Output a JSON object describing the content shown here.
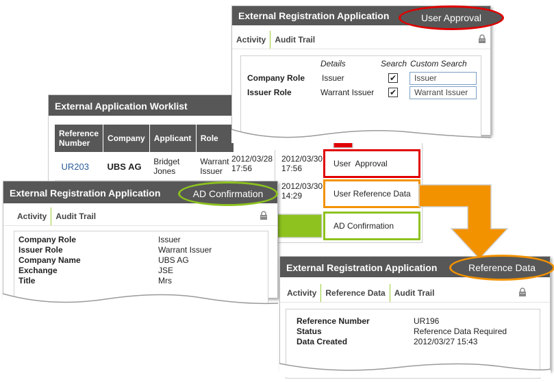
{
  "worklist": {
    "title": "External Application Worklist",
    "columns": [
      "Reference Number",
      "Company",
      "Applicant",
      "Role"
    ],
    "row": {
      "reference": "UR203",
      "company": "UBS AG",
      "applicant": "Bridget Jones",
      "role": "Warrant Issuer"
    },
    "date_col_a": [
      "2012/03/28 17:56"
    ],
    "date_col_b": [
      "2012/03/30 17:56",
      "2012/03/30 14:29",
      "2012/03/30"
    ]
  },
  "menu": {
    "user_approval": "User  Approval",
    "user_reference_data": "User Reference Data",
    "ad_confirmation": "AD Confirmation"
  },
  "approval": {
    "title": "External Registration Application",
    "badge": "User Approval",
    "tabs": [
      "Activity",
      "Audit Trail"
    ],
    "col_details": "Details",
    "col_search": "Search",
    "col_custom": "Custom Search",
    "rows": [
      {
        "label": "Company Role",
        "details": "Issuer",
        "search": "✔",
        "custom": "Issuer"
      },
      {
        "label": "Issuer Role",
        "details": "Warrant Issuer",
        "search": "✔",
        "custom": "Warrant Issuer"
      }
    ]
  },
  "adconf": {
    "title": "External Registration Application",
    "badge": "AD Confirmation",
    "tabs": [
      "Activity",
      "Audit Trail"
    ],
    "fields": [
      {
        "label": "Company Role",
        "value": "Issuer"
      },
      {
        "label": "Issuer Role",
        "value": "Warrant Issuer"
      },
      {
        "label": "Company Name",
        "value": "UBS AG"
      },
      {
        "label": "Exchange",
        "value": "JSE"
      },
      {
        "label": "Title",
        "value": "Mrs"
      }
    ]
  },
  "refdata": {
    "title": "External Registration Application",
    "badge": "Reference Data",
    "tabs": [
      "Activity",
      "Reference Data",
      "Audit Trail"
    ],
    "fields": [
      {
        "label": "Reference Number",
        "value": "UR196"
      },
      {
        "label": "Status",
        "value": "Reference Data Required"
      },
      {
        "label": "Data Created",
        "value": "2012/03/27 15:43"
      }
    ]
  },
  "colors": {
    "header": "#575757",
    "red": "#e00000",
    "orange": "#f39200",
    "green": "#8dc21f"
  }
}
